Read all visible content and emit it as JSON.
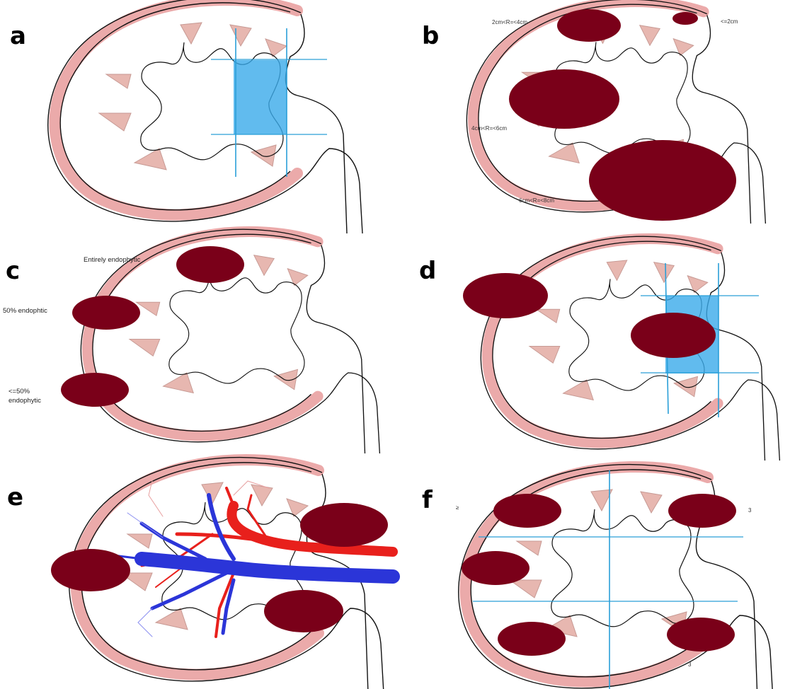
{
  "panels": {
    "a": {
      "letter": "a"
    },
    "b": {
      "letter": "b",
      "labels": [
        "2cm<R=<4cm",
        "<=2cm",
        "4cm<R=<6cm",
        "6cm<R=<8cm"
      ]
    },
    "c": {
      "letter": "c",
      "labels": [
        "Entirely endophytic",
        "50% endophtic",
        "<=50%",
        "endophytic"
      ]
    },
    "d": {
      "letter": "d"
    },
    "e": {
      "letter": "e"
    },
    "f": {
      "letter": "f",
      "labels": [
        "≥",
        "3",
        "3"
      ]
    }
  },
  "colors": {
    "tumor": "#7a0019",
    "hilum_box": "#39aaea",
    "guide_line": "#2a9fd8",
    "cortex": "#e8a0a0",
    "artery": "#e8201c",
    "vein": "#2b35d8",
    "outline": "#111111"
  }
}
